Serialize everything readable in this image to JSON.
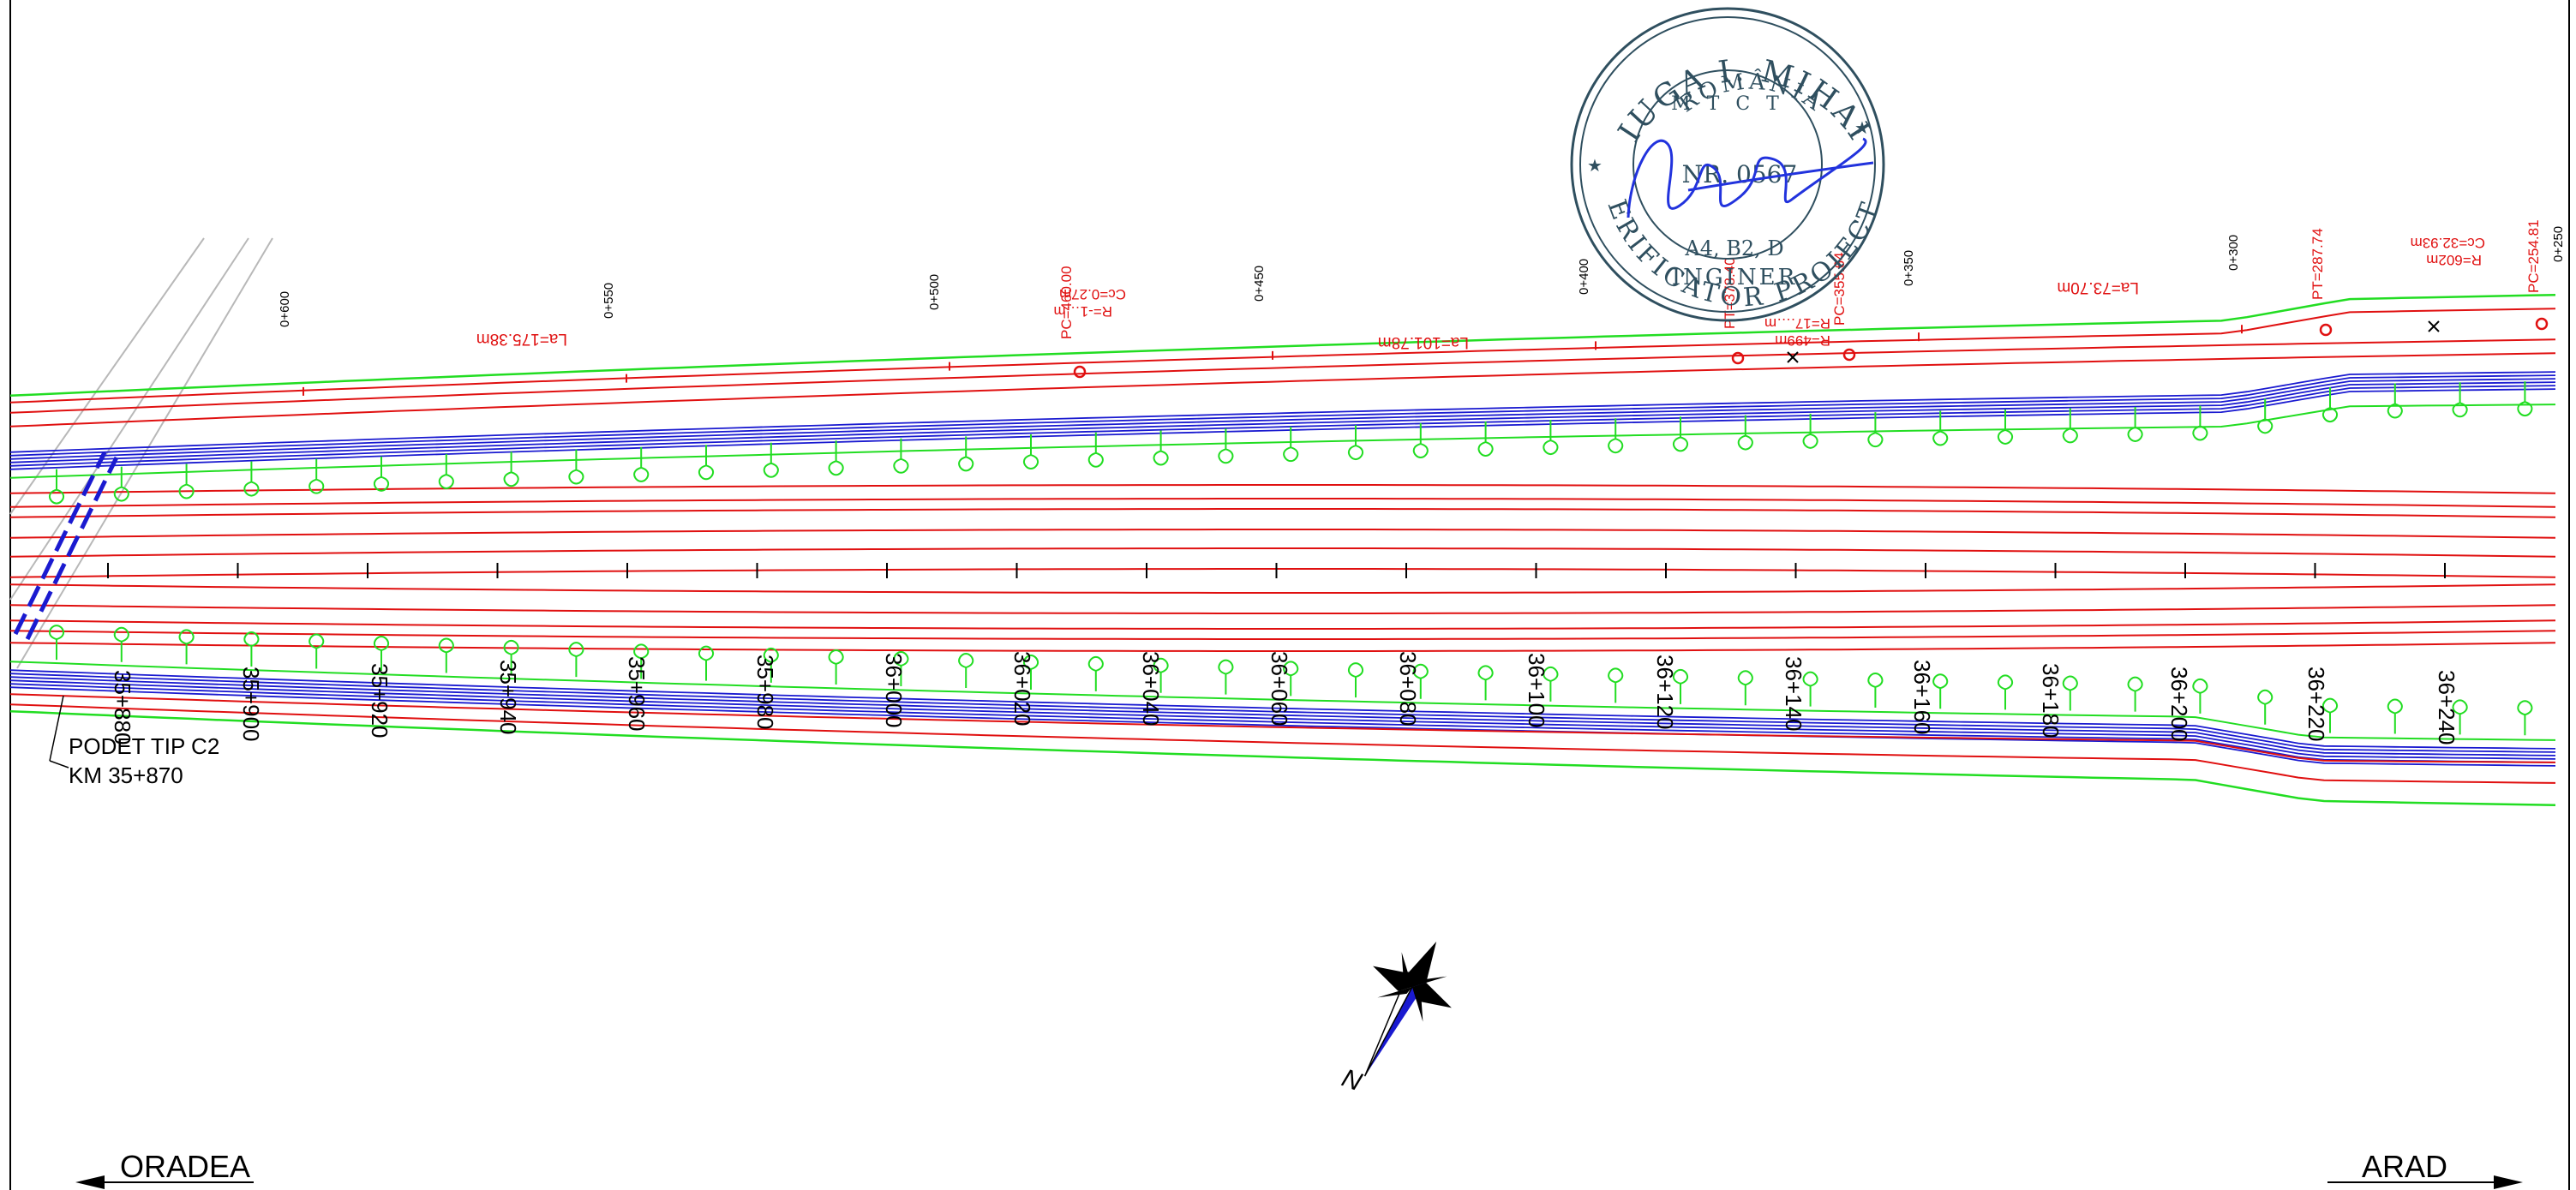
{
  "stamp": {
    "name": "IUGA I. MIHAI",
    "country": "ROMÂNIA",
    "authority": "M T C T",
    "number": "NR. 0567",
    "classes": "A4, B2, D",
    "role": "INGINER",
    "title": "VERIFICATOR PROIECTE"
  },
  "chainage_top": [
    "0+600",
    "0+550",
    "0+500",
    "0+450",
    "0+400",
    "0+350",
    "0+300",
    "0+250"
  ],
  "chainage_bottom": [
    "35+880",
    "35+900",
    "35+920",
    "35+940",
    "35+960",
    "35+980",
    "36+000",
    "36+020",
    "36+040",
    "36+060",
    "36+080",
    "36+100",
    "36+120",
    "36+140",
    "36+160",
    "36+180",
    "36+200",
    "36+220",
    "36+240"
  ],
  "curve_labels": [
    {
      "text": "La=175.38m"
    },
    {
      "text": "La=101.78m"
    },
    {
      "text": "La=73.70m"
    },
    {
      "text": "Cc=0.27m"
    },
    {
      "text": "R=-1…m"
    },
    {
      "text": "PC=460.00"
    },
    {
      "text": "R=499m"
    },
    {
      "text": "R=17.…m"
    },
    {
      "text": "PT=378.40"
    },
    {
      "text": "PC=355.64"
    },
    {
      "text": "PT=287.74"
    },
    {
      "text": "Cc=32.93m"
    },
    {
      "text": "R=602m"
    },
    {
      "text": "PC=254.81"
    }
  ],
  "culvert": {
    "line1": "PODET TIP C2",
    "line2": "KM 35+870"
  },
  "direction_left": "ORADEA",
  "direction_right": "ARAD",
  "north_label": "N",
  "colors": {
    "red": "#e01010",
    "green": "#22dd22",
    "blue": "#1a1ad0",
    "black": "#000000",
    "gray": "#b8b8b8",
    "stamp": "#2f4f5f",
    "signature": "#2233dd"
  }
}
